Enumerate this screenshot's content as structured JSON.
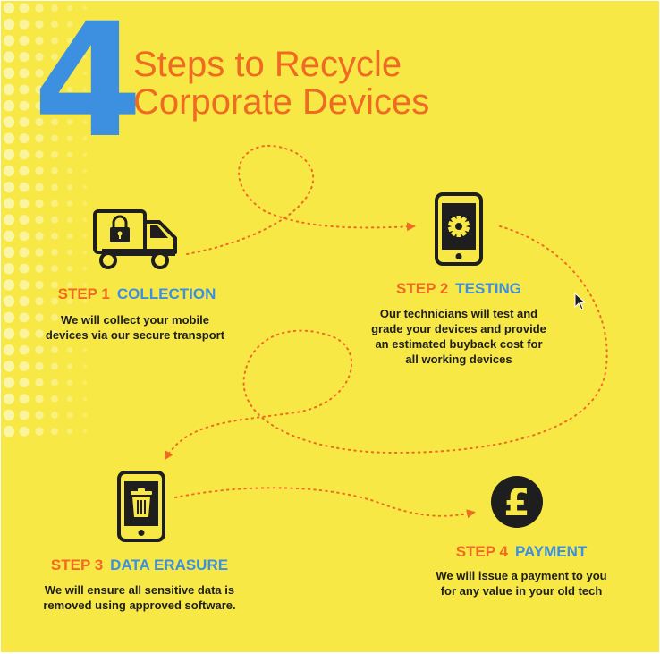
{
  "header": {
    "number": "4",
    "title_line1": "Steps to Recycle",
    "title_line2": "Corporate Devices"
  },
  "steps": [
    {
      "label": "STEP 1",
      "name": "COLLECTION",
      "desc_lines": [
        "We will collect your mobile",
        "devices via our secure transport"
      ],
      "icon": "truck-lock-icon"
    },
    {
      "label": "STEP 2",
      "name": "TESTING",
      "desc_lines": [
        "Our technicians will test and",
        "grade your devices and provide",
        "an estimated buyback cost for",
        "all working devices"
      ],
      "icon": "phone-gear-icon"
    },
    {
      "label": "STEP 3",
      "name": "DATA ERASURE",
      "desc_lines": [
        "We will ensure all sensitive data is",
        "removed using approved software."
      ],
      "icon": "phone-trash-icon"
    },
    {
      "label": "STEP 4",
      "name": "PAYMENT",
      "desc_lines": [
        "We will issue a payment to you",
        "for any value in your old tech"
      ],
      "icon": "pound-coin-icon"
    }
  ],
  "payment_symbol": "£",
  "colors": {
    "background": "#f7e845",
    "accent_orange": "#ef6a22",
    "accent_blue": "#3d8fe0",
    "dark": "#1e1e1e",
    "dots": "#fbf6a6"
  }
}
